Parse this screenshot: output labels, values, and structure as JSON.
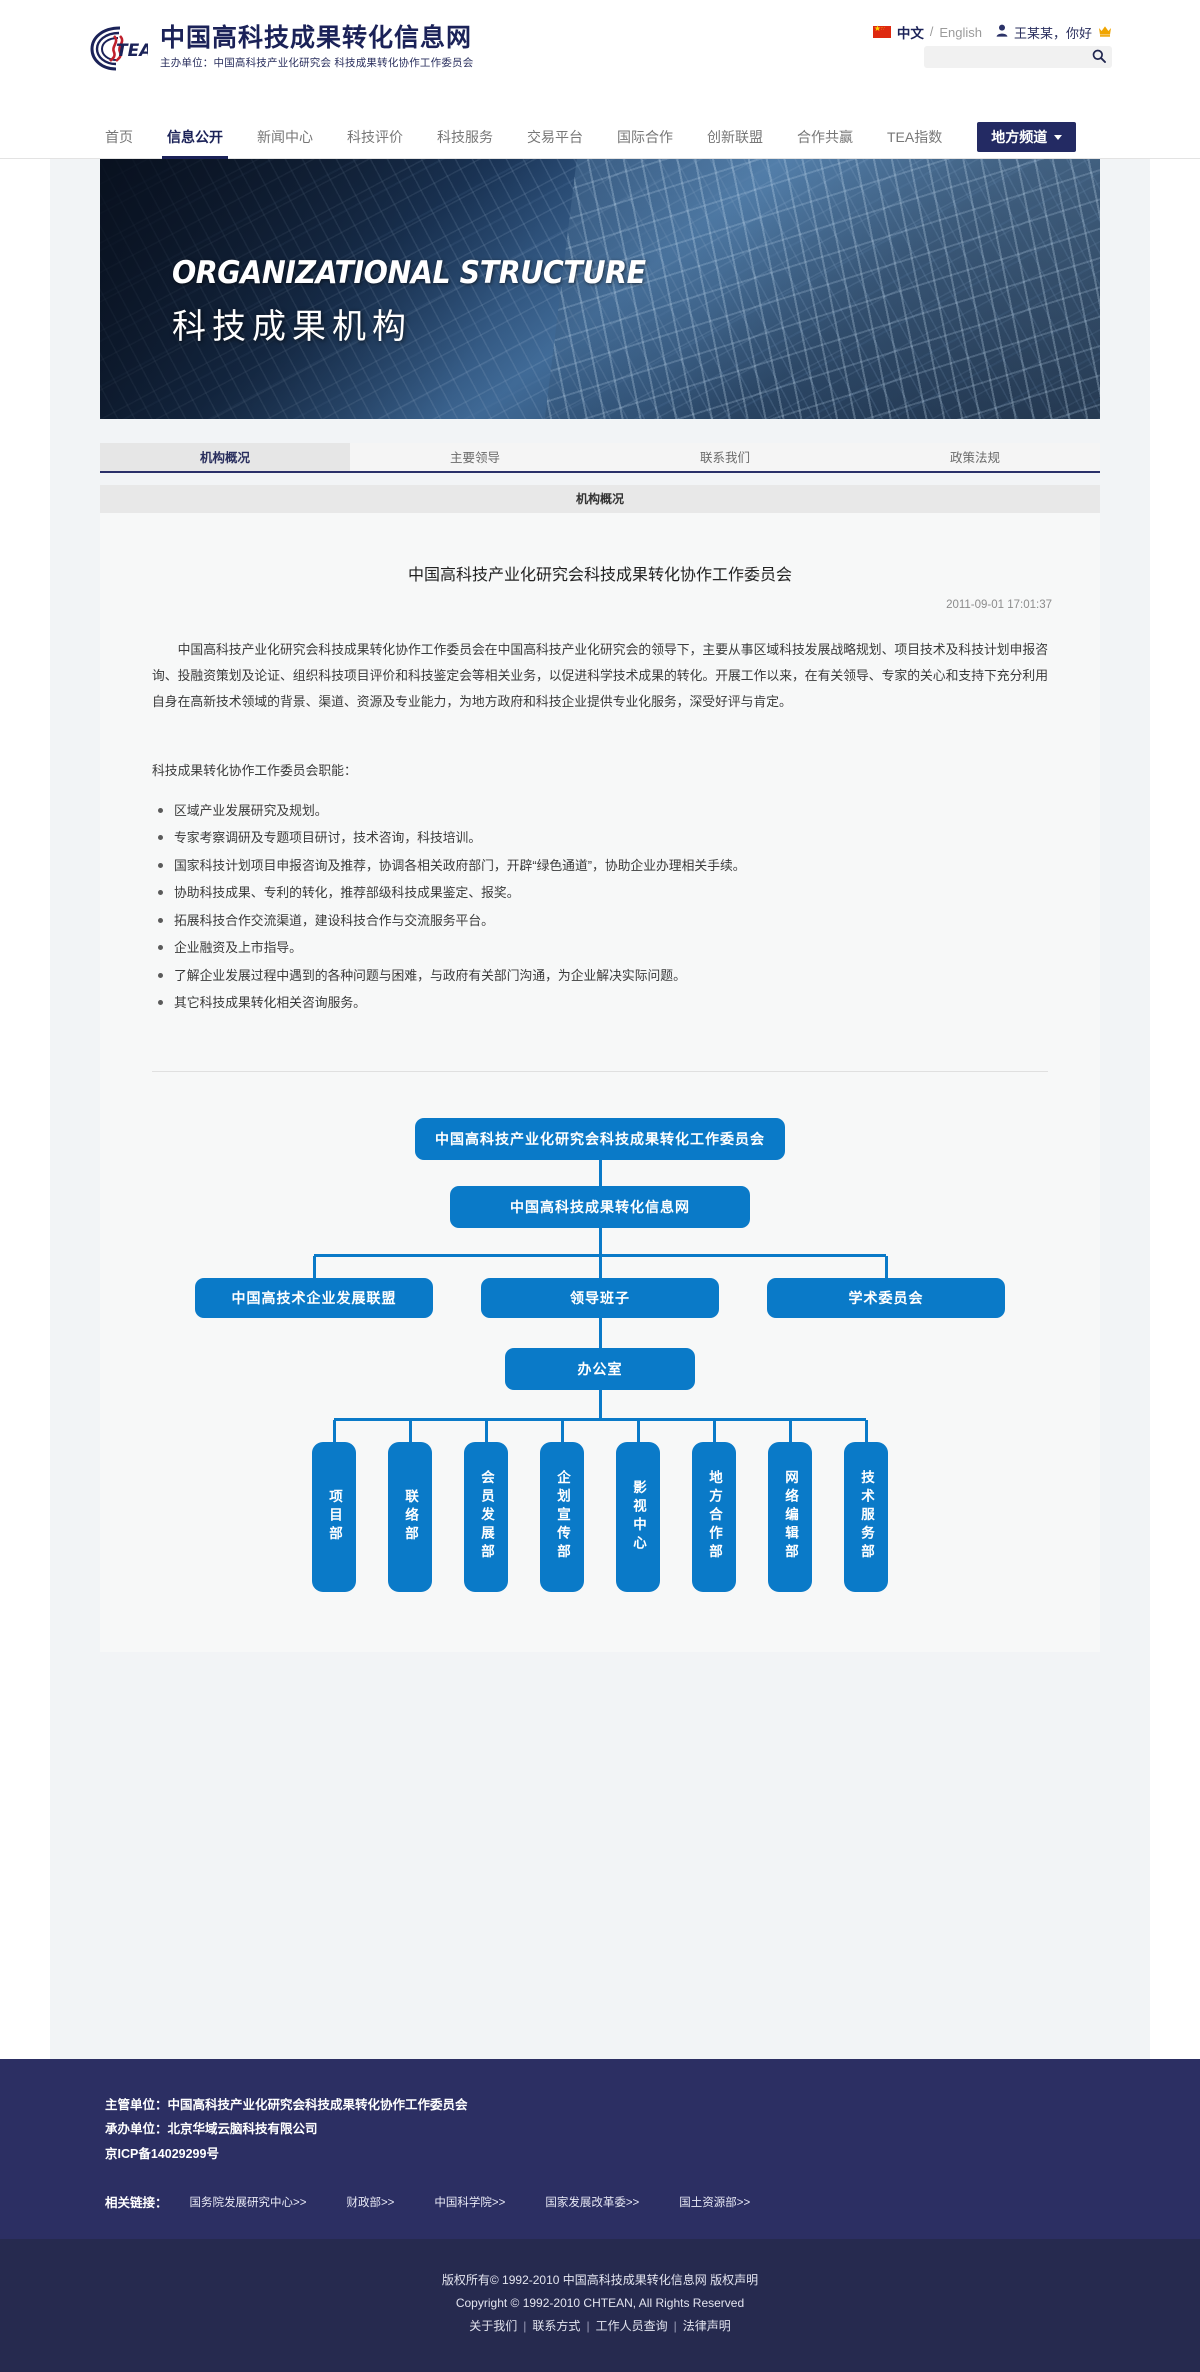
{
  "header": {
    "logo_icon": "chtea-logo-icon",
    "site_title": "中国高科技成果转化信息网",
    "site_subtitle": "主办单位：中国高科技产业化研究会 科技成果转化协作工作委员会",
    "lang_cn": "中文",
    "lang_sep": "/",
    "lang_en": "English",
    "user_greeting": "王某某，你好",
    "user_icon": "user-icon",
    "crown_icon": "crown-icon",
    "flag_icon": "china-flag-icon",
    "search_placeholder": "",
    "search_value": "",
    "search_icon": "search-icon"
  },
  "nav": {
    "items": [
      {
        "label": "首页",
        "active": false
      },
      {
        "label": "信息公开",
        "active": true
      },
      {
        "label": "新闻中心",
        "active": false
      },
      {
        "label": "科技评价",
        "active": false
      },
      {
        "label": "科技服务",
        "active": false
      },
      {
        "label": "交易平台",
        "active": false
      },
      {
        "label": "国际合作",
        "active": false
      },
      {
        "label": "创新联盟",
        "active": false
      },
      {
        "label": "合作共赢",
        "active": false
      },
      {
        "label": "TEA指数",
        "active": false
      }
    ],
    "dropdown_label": "地方频道",
    "dropdown_icon": "chevron-down-icon"
  },
  "banner": {
    "title_en": "ORGANIZATIONAL STRUCTURE",
    "title_cn": "科技成果机构"
  },
  "tabs": [
    {
      "label": "机构概况",
      "active": true
    },
    {
      "label": "主要领导",
      "active": false
    },
    {
      "label": "联系我们",
      "active": false
    },
    {
      "label": "政策法规",
      "active": false
    }
  ],
  "article": {
    "section_header": "机构概况",
    "title": "中国高科技产业化研究会科技成果转化协作工作委员会",
    "date": "2011-09-01 17:01:37",
    "paragraph": "中国高科技产业化研究会科技成果转化协作工作委员会在中国高科技产业化研究会的领导下，主要从事区域科技发展战略规划、项目技术及科技计划申报咨询、投融资策划及论证、组织科技项目评价和科技鉴定会等相关业务，以促进科学技术成果的转化。开展工作以来，在有关领导、专家的关心和支持下充分利用自身在高新技术领域的背景、渠道、资源及专业能力，为地方政府和科技企业提供专业化服务，深受好评与肯定。",
    "functions_heading": "科技成果转化协作工作委员会职能：",
    "functions": [
      "区域产业发展研究及规划。",
      "专家考察调研及专题项目研讨，技术咨询，科技培训。",
      "国家科技计划项目申报咨询及推荐，协调各相关政府部门，开辟“绿色通道”，协助企业办理相关手续。",
      "协助科技成果、专利的转化，推荐部级科技成果鉴定、报奖。",
      "拓展科技合作交流渠道，建设科技合作与交流服务平台。",
      "企业融资及上市指导。",
      "了解企业发展过程中遇到的各种问题与困难，与政府有关部门沟通，为企业解决实际问题。",
      "其它科技成果转化相关咨询服务。"
    ]
  },
  "orgchart": {
    "accent_color": "#0a7ac8",
    "level1": "中国高科技产业化研究会科技成果转化工作委员会",
    "level2": "中国高科技成果转化信息网",
    "level3": [
      "中国高技术企业发展联盟",
      "领导班子",
      "学术委员会"
    ],
    "level4": "办公室",
    "departments": [
      "项目部",
      "联络部",
      "会员发展部",
      "企划宣传部",
      "影视中心",
      "地方合作部",
      "网络编辑部",
      "技术服务部"
    ]
  },
  "footer": {
    "supervisor_label": "主管单位：",
    "supervisor_value": "中国高科技产业化研究会科技成果转化协作工作委员会",
    "organizer_label": "承办单位：",
    "organizer_value": "北京华域云脑科技有限公司",
    "icp": "京ICP备14029299号",
    "links_label": "相关链接：",
    "links": [
      "国务院发展研究中心>>",
      "财政部>>",
      "中国科学院>>",
      "国家发展改革委>>",
      "国土资源部>>"
    ],
    "copyright_cn": "版权所有© 1992-2010 中国高科技成果转化信息网  版权声明",
    "copyright_en": "Copyright © 1992-2010 CHTEAN, All Rights Reserved",
    "bottom_links": [
      "关于我们",
      "联系方式",
      "工作人员查询",
      "法律声明"
    ]
  }
}
